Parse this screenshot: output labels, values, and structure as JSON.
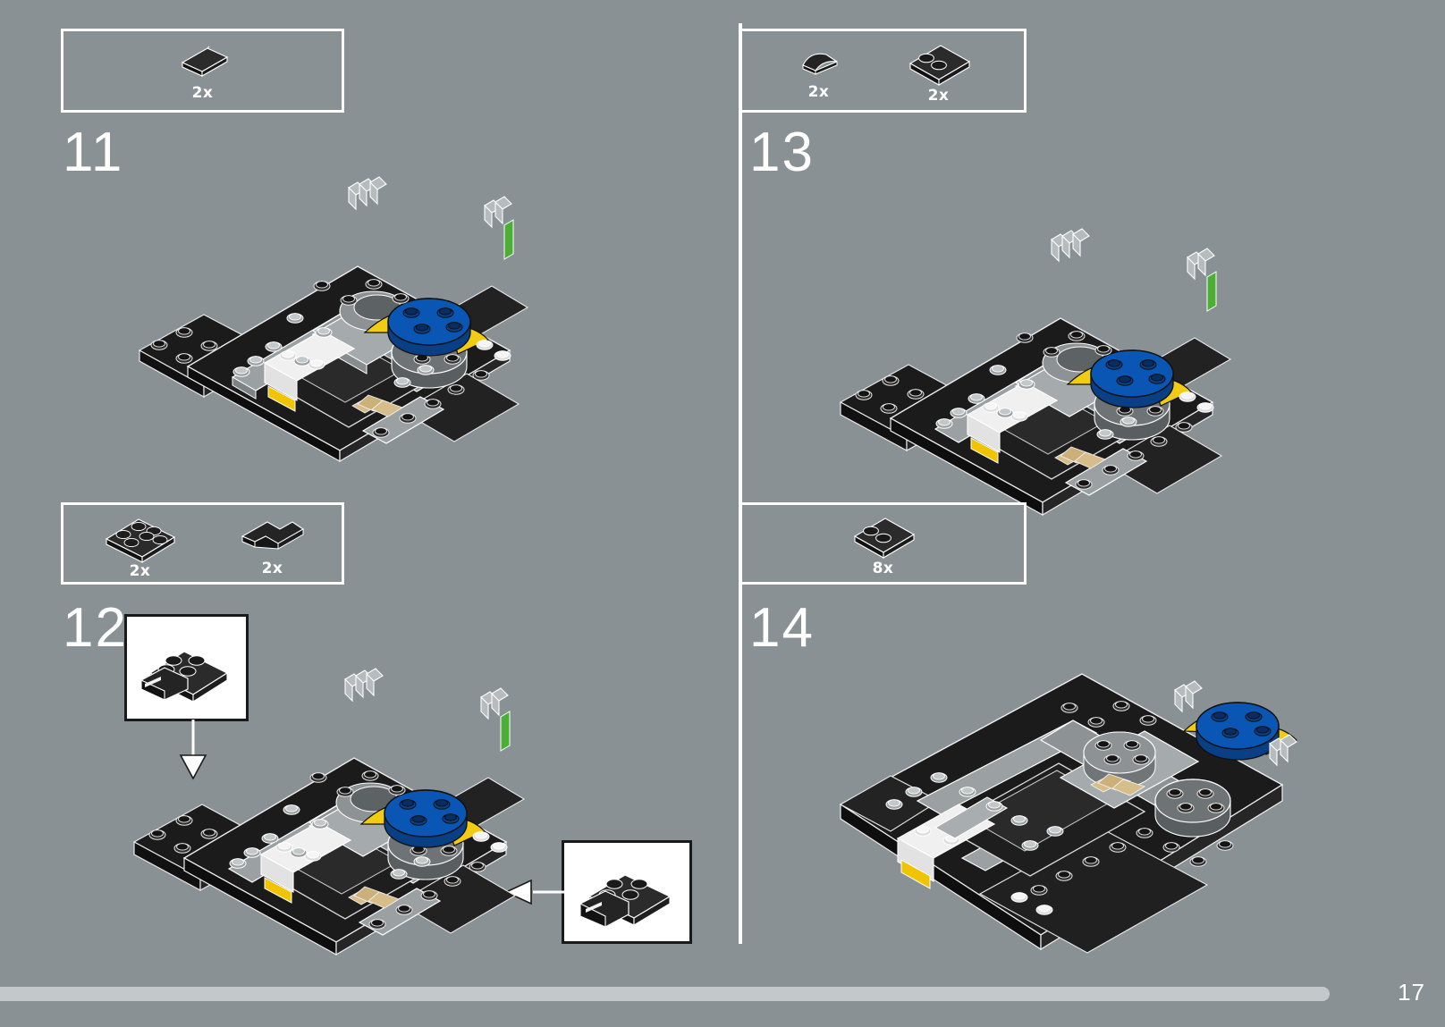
{
  "page": {
    "number": "17",
    "background_color": "#8a9195",
    "progress_percent": 92
  },
  "colors": {
    "background": "#8a9195",
    "outline_white": "#ffffff",
    "brick_black": "#1b1b1b",
    "brick_black_light": "#3a3a3a",
    "brick_dark_gray": "#5b5f61",
    "brick_light_gray": "#a8adaf",
    "brick_white": "#f2f2f2",
    "accent_blue": "#0a56b4",
    "accent_yellow": "#f2cc12",
    "accent_green": "#4caf35",
    "accent_tan": "#d6bd8a",
    "callout_border": "#1a1a1a",
    "progress_fill": "#c3c9cb"
  },
  "steps": [
    {
      "id": "step-11",
      "number": "11",
      "column": "left",
      "parts_box": {
        "name": "parts-box-11",
        "parts": [
          {
            "shape": "tile-1x2",
            "qty": "2x",
            "color": "#1b1b1b"
          }
        ]
      },
      "callouts": []
    },
    {
      "id": "step-12",
      "number": "12",
      "column": "left",
      "parts_box": {
        "name": "parts-box-12",
        "parts": [
          {
            "shape": "plate-2x3",
            "qty": "2x",
            "color": "#1b1b1b"
          },
          {
            "shape": "plate-corner-2x2",
            "qty": "2x",
            "color": "#1b1b1b"
          }
        ]
      },
      "callouts": [
        {
          "name": "callout-top",
          "arrow": "down",
          "shape": "subassembly-plate-corner"
        },
        {
          "name": "callout-right",
          "arrow": "left",
          "shape": "subassembly-plate-corner"
        }
      ]
    },
    {
      "id": "step-13",
      "number": "13",
      "column": "right",
      "parts_box": {
        "name": "parts-box-13",
        "parts": [
          {
            "shape": "slope-curved-1x1",
            "qty": "2x",
            "color": "#1b1b1b"
          },
          {
            "shape": "slope-curved-2x2",
            "qty": "2x",
            "color": "#1b1b1b"
          }
        ]
      },
      "callouts": []
    },
    {
      "id": "step-14",
      "number": "14",
      "column": "right",
      "parts_box": {
        "name": "parts-box-14",
        "parts": [
          {
            "shape": "slope-curved-2x2",
            "qty": "8x",
            "color": "#1b1b1b"
          }
        ]
      },
      "callouts": []
    }
  ],
  "model": {
    "description": "LEGO vehicle chassis sub-build shown in isometric view",
    "features": [
      "black base plates",
      "light gray center frame",
      "blue round brick with yellow wedge plates",
      "tan 1x1 round plates cluster",
      "white tiles with yellow stripe sticker",
      "green stripe element on right edge",
      "gray clip bars at top edge"
    ]
  }
}
